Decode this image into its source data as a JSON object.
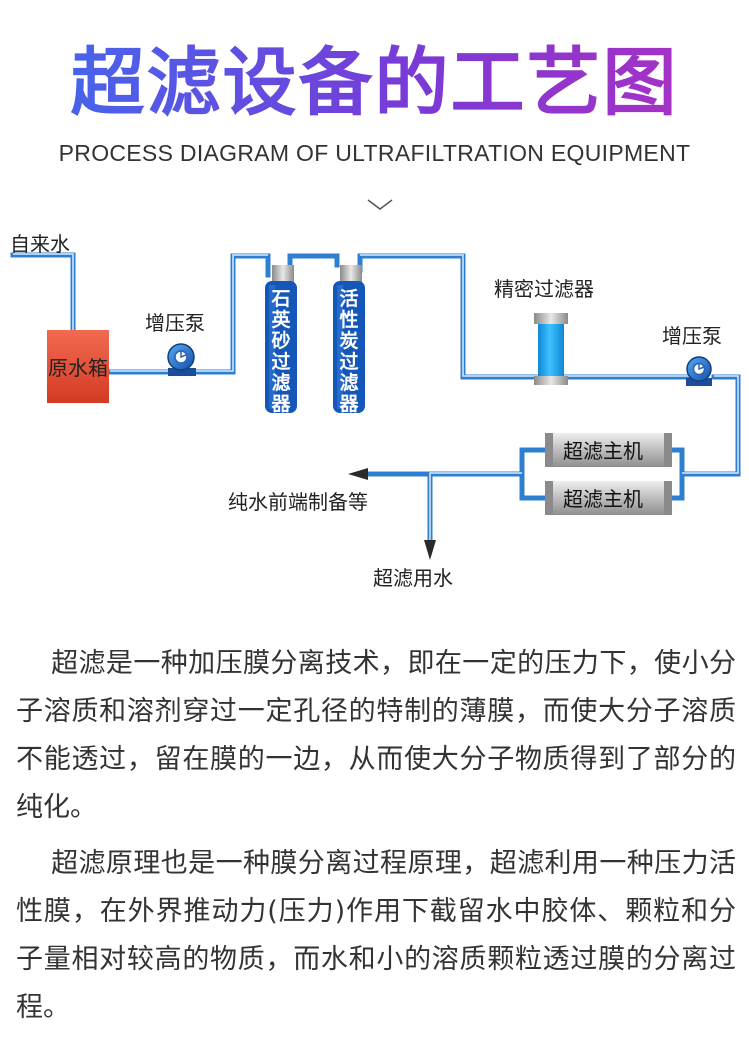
{
  "title": "超滤设备的工艺图",
  "subtitle": "PROCESS DIAGRAM OF ULTRAFILTRATION EQUIPMENT",
  "colors": {
    "title_gradient": [
      "#3d6cf0",
      "#7a3ad6",
      "#b02fc0"
    ],
    "pipe": "#2f7fd0",
    "vessel": "#1557b8",
    "tank": "#e64a32",
    "cartridge": "#1aa0e8",
    "uf_unit": "#c8c8c8"
  },
  "diagram": {
    "tap_water": "自来水",
    "raw_tank": "原水箱",
    "pump1": "增压泵",
    "pump2": "增压泵",
    "sand_filter": [
      "石",
      "英",
      "砂",
      "过",
      "滤",
      "器"
    ],
    "carbon_filter": [
      "活",
      "性",
      "炭",
      "过",
      "滤",
      "器"
    ],
    "precision_filter": "精密过滤器",
    "uf_unit_1": "超滤主机",
    "uf_unit_2": "超滤主机",
    "pure_water_pre": "纯水前端制备等",
    "uf_water": "超滤用水"
  },
  "paragraphs": [
    "超滤是一种加压膜分离技术，即在一定的压力下，使小分子溶质和溶剂穿过一定孔径的特制的薄膜，而使大分子溶质不能透过，留在膜的一边，从而使大分子物质得到了部分的纯化。",
    "超滤原理也是一种膜分离过程原理，超滤利用一种压力活性膜，在外界推动力(压力)作用下截留水中胶体、颗粒和分子量相对较高的物质，而水和小的溶质颗粒透过膜的分离过程。"
  ]
}
